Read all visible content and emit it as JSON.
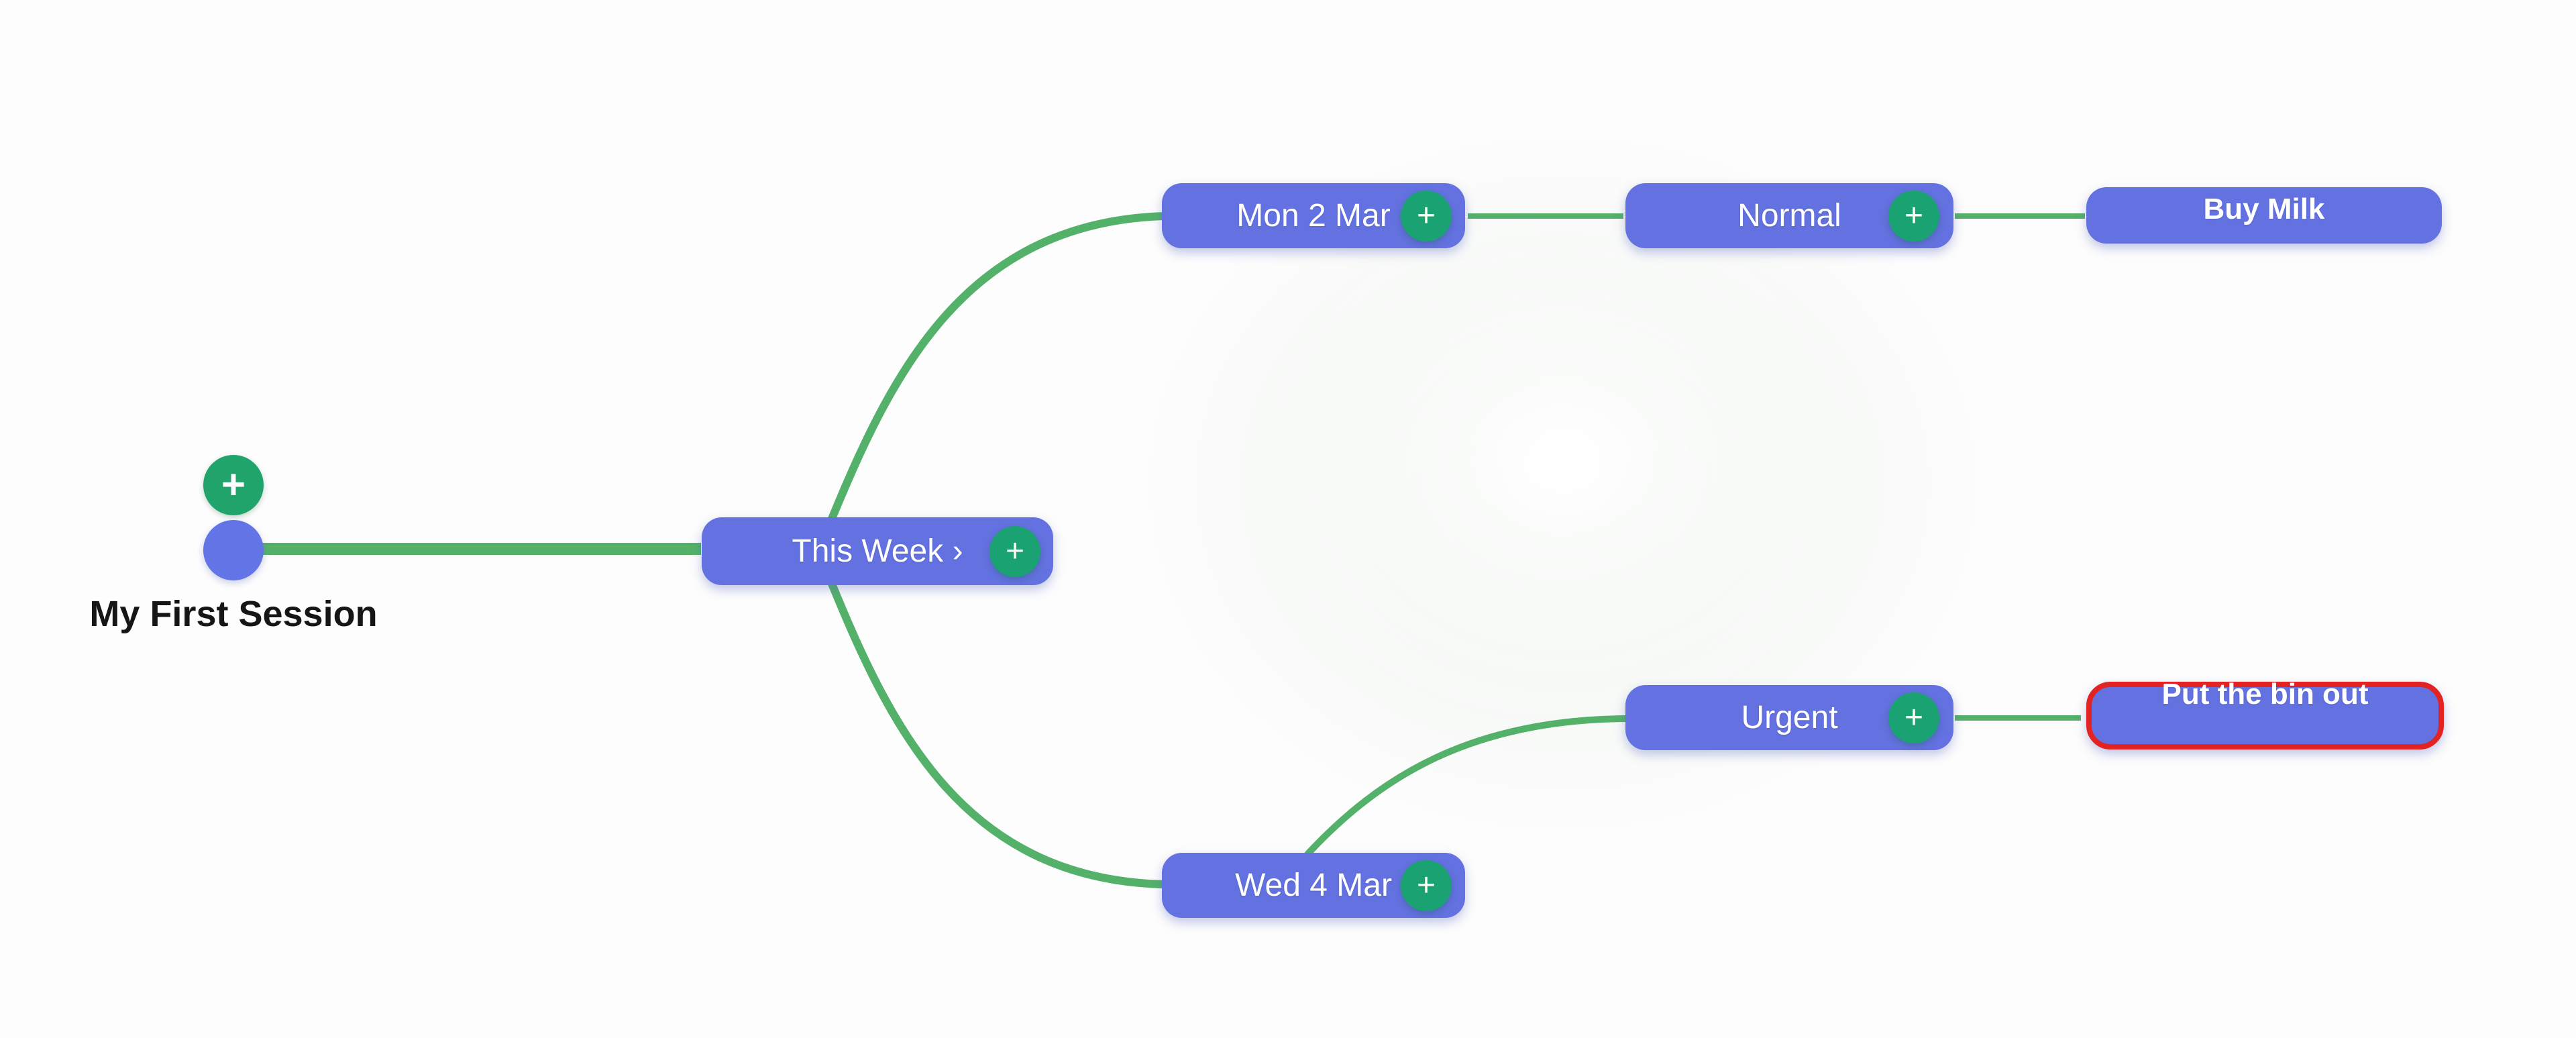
{
  "mindmap": {
    "root": {
      "label": "My First Session",
      "add_button_label": "+"
    },
    "branches": {
      "this_week": {
        "label": "This Week ›",
        "add_button_label": "+"
      },
      "mon_2_mar": {
        "label": "Mon 2 Mar",
        "add_button_label": "+"
      },
      "normal": {
        "label": "Normal",
        "add_button_label": "+"
      },
      "buy_milk": {
        "label": "Buy Milk"
      },
      "urgent": {
        "label": "Urgent",
        "add_button_label": "+"
      },
      "put_the_bin_out": {
        "label": "Put the bin out",
        "selected": true
      },
      "wed_4_mar": {
        "label": "Wed 4 Mar",
        "add_button_label": "+"
      }
    },
    "colors": {
      "node_fill": "#6372e0",
      "connector_green": "#54b169",
      "add_button_green": "#1ba273",
      "root_add_green": "#21a46c",
      "root_dot_blue": "#6375e6",
      "selected_border_red": "#e32222",
      "node_text": "#ffffff",
      "root_text": "#161616"
    }
  }
}
